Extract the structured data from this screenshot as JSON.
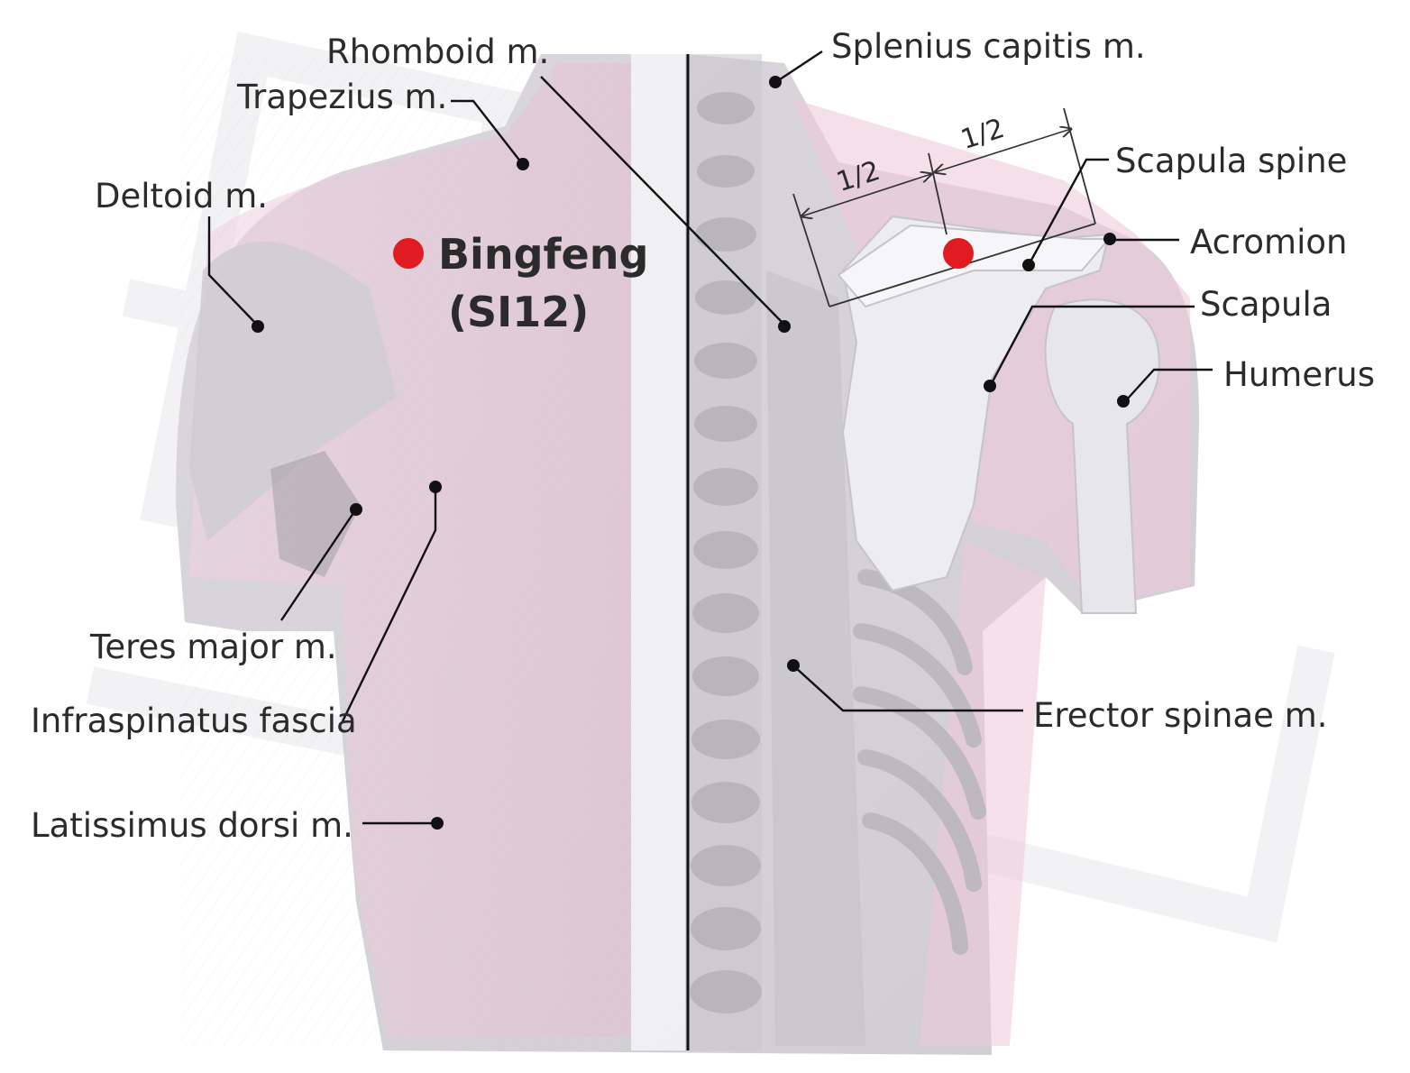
{
  "point": {
    "name": "Bingfeng",
    "code": "(SI12)",
    "marker_color": "#e11b22"
  },
  "measure": {
    "left_half": "1/2",
    "right_half": "1/2"
  },
  "labels": {
    "rhomboid": "Rhomboid m.",
    "trapezius": "Trapezius m.",
    "deltoid": "Deltoid m.",
    "teres_major": "Teres major m.",
    "infraspinatus": "Infraspinatus fascia",
    "latissimus": "Latissimus dorsi m.",
    "splenius": "Splenius capitis m.",
    "scapula_spine": "Scapula spine",
    "acromion": "Acromion",
    "scapula": "Scapula",
    "humerus": "Humerus",
    "erector": "Erector spinae m."
  },
  "colors": {
    "muscle_pink": "#e7c5d3",
    "body_gray": "#d9d8dd",
    "bone_gray": "#ececf0"
  }
}
